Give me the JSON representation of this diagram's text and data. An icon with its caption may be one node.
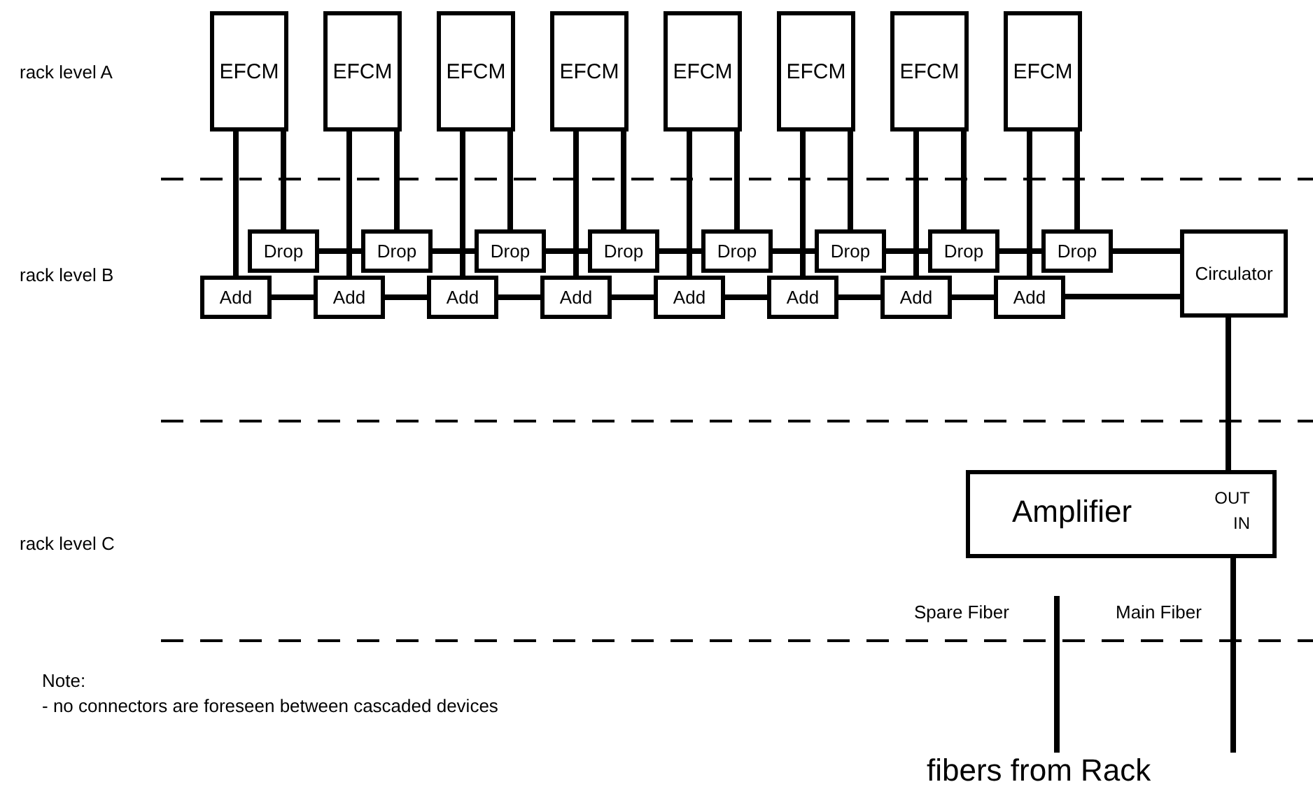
{
  "diagram": {
    "nodes": [
      {
        "text": [
          "EFCM"
        ]
      },
      {
        "text": [
          "EFCM"
        ]
      },
      {
        "text": [
          "EFCM"
        ]
      },
      {
        "text": [
          "EFCM"
        ]
      },
      {
        "text": [
          "EFCM"
        ]
      },
      {
        "text": [
          "EFCM"
        ]
      },
      {
        "text": [
          "EFCM"
        ]
      },
      {
        "text": [
          "EFCM"
        ]
      },
      {
        "text": [
          "Drop"
        ]
      },
      {
        "text": [
          "Drop"
        ]
      },
      {
        "text": [
          "Drop"
        ]
      },
      {
        "text": [
          "Drop"
        ]
      },
      {
        "text": [
          "Drop"
        ]
      },
      {
        "text": [
          "Drop"
        ]
      },
      {
        "text": [
          "Drop"
        ]
      },
      {
        "text": [
          "Drop"
        ]
      },
      {
        "text": [
          "Add"
        ]
      },
      {
        "text": [
          "Add"
        ]
      },
      {
        "text": [
          "Add"
        ]
      },
      {
        "text": [
          "Add"
        ]
      },
      {
        "text": [
          "Add"
        ]
      },
      {
        "text": [
          "Add"
        ]
      },
      {
        "text": [
          "Add"
        ]
      },
      {
        "text": [
          "Add"
        ]
      },
      {
        "text": [
          "Circulator"
        ]
      },
      {
        "text": [
          "Amplifier",
          "OUT",
          "IN"
        ]
      },
      {
        "text": [
          "fibers from Rack"
        ]
      }
    ],
    "edges": [
      {
        "from": 0,
        "to": 16,
        "arrow": "none"
      },
      {
        "from": 0,
        "to": 8,
        "arrow": "none"
      },
      {
        "from": 1,
        "to": 17,
        "arrow": "none"
      },
      {
        "from": 1,
        "to": 9,
        "arrow": "none"
      },
      {
        "from": 2,
        "to": 18,
        "arrow": "none"
      },
      {
        "from": 2,
        "to": 10,
        "arrow": "none"
      },
      {
        "from": 3,
        "to": 19,
        "arrow": "none"
      },
      {
        "from": 3,
        "to": 11,
        "arrow": "none"
      },
      {
        "from": 4,
        "to": 20,
        "arrow": "none"
      },
      {
        "from": 4,
        "to": 12,
        "arrow": "none"
      },
      {
        "from": 5,
        "to": 21,
        "arrow": "none"
      },
      {
        "from": 5,
        "to": 13,
        "arrow": "none"
      },
      {
        "from": 6,
        "to": 22,
        "arrow": "none"
      },
      {
        "from": 6,
        "to": 14,
        "arrow": "none"
      },
      {
        "from": 7,
        "to": 23,
        "arrow": "none"
      },
      {
        "from": 7,
        "to": 15,
        "arrow": "none"
      },
      {
        "from": 8,
        "to": 9,
        "arrow": "none"
      },
      {
        "from": 9,
        "to": 10,
        "arrow": "none"
      },
      {
        "from": 10,
        "to": 11,
        "arrow": "none"
      },
      {
        "from": 11,
        "to": 12,
        "arrow": "none"
      },
      {
        "from": 12,
        "to": 13,
        "arrow": "none"
      },
      {
        "from": 13,
        "to": 14,
        "arrow": "none"
      },
      {
        "from": 14,
        "to": 15,
        "arrow": "none"
      },
      {
        "from": 15,
        "to": 24,
        "arrow": "none"
      },
      {
        "from": 16,
        "to": 17,
        "arrow": "none"
      },
      {
        "from": 17,
        "to": 18,
        "arrow": "none"
      },
      {
        "from": 18,
        "to": 19,
        "arrow": "none"
      },
      {
        "from": 19,
        "to": 20,
        "arrow": "none"
      },
      {
        "from": 20,
        "to": 21,
        "arrow": "none"
      },
      {
        "from": 21,
        "to": 22,
        "arrow": "none"
      },
      {
        "from": 22,
        "to": 23,
        "arrow": "none"
      },
      {
        "from": 23,
        "to": 24,
        "arrow": "none"
      },
      {
        "from": 24,
        "to": 25,
        "arrow": "none"
      },
      {
        "from": 25,
        "to": 26,
        "arrow": "none",
        "label": "Main Fiber"
      },
      {
        "from": null,
        "to": 26,
        "arrow": "none",
        "label": "Spare Fiber"
      }
    ],
    "labels": [
      "rack level A",
      "rack level B",
      "rack level C",
      "Note:",
      "- no connectors are foreseen between cascaded devices"
    ]
  }
}
